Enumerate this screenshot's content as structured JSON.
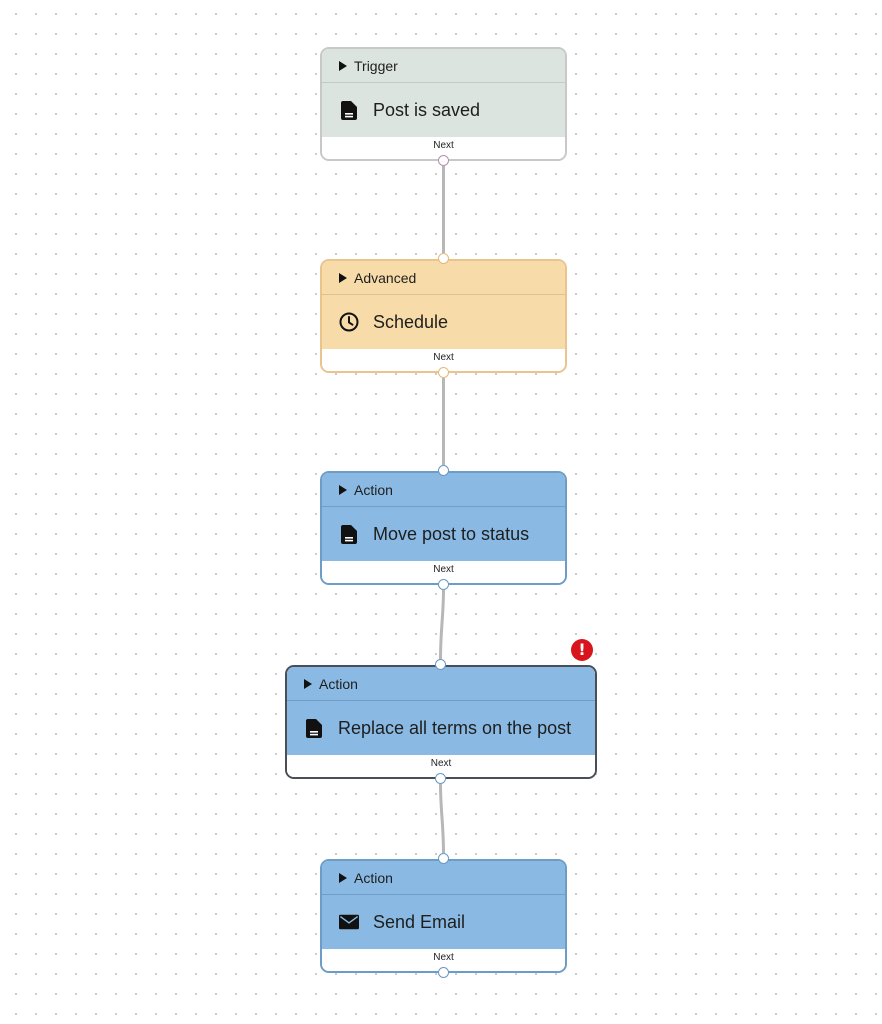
{
  "nodes": [
    {
      "id": "n1",
      "theme": "trigger",
      "category": "Trigger",
      "label": "Post is saved",
      "icon": "document-icon",
      "footer": "Next"
    },
    {
      "id": "n2",
      "theme": "advanced",
      "category": "Advanced",
      "label": "Schedule",
      "icon": "clock-icon",
      "footer": "Next"
    },
    {
      "id": "n3",
      "theme": "action",
      "category": "Action",
      "label": "Move post to status",
      "icon": "document-icon",
      "footer": "Next"
    },
    {
      "id": "n4",
      "theme": "action",
      "category": "Action",
      "label": "Replace all terms on the post",
      "icon": "document-icon",
      "footer": "Next",
      "selected": true,
      "error": true
    },
    {
      "id": "n5",
      "theme": "action",
      "category": "Action",
      "label": "Send Email",
      "icon": "envelope-icon",
      "footer": "Next"
    }
  ],
  "error_badge": {
    "symbol": "!",
    "color": "#d8141c"
  },
  "colors": {
    "trigger": "#dbe4de",
    "advanced": "#f7dcaa",
    "action": "#8abae3",
    "edge": "#b7b7b7"
  }
}
